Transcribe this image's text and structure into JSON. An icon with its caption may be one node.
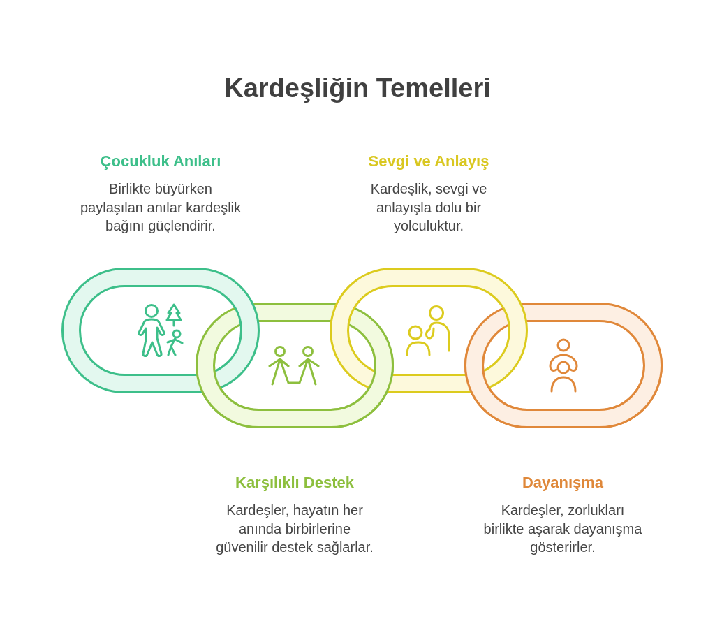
{
  "diagram": {
    "title": "Kardeşliğin Temelleri",
    "nodes": [
      {
        "text": [],
        "shape": "link",
        "beside": [
          "Çocukluk Anıları",
          "Birlikte büyürken paylaşılan anılar kardeşlik bağını güçlendirir."
        ]
      },
      {
        "text": [],
        "shape": "link",
        "beside": [
          "Karşılıklı Destek",
          "Kardeşler, hayatın her anında birbirlerine güvenilir destek sağlarlar."
        ]
      },
      {
        "text": [],
        "shape": "link",
        "beside": [
          "Sevgi ve Anlayış",
          "Kardeşlik, sevgi ve anlayışla dolu bir yolculuktur."
        ]
      },
      {
        "text": [],
        "shape": "link",
        "beside": [
          "Dayanışma",
          "Kardeşler, zorlukları birlikte aşarak dayanışma gösterirler."
        ]
      }
    ]
  }
}
